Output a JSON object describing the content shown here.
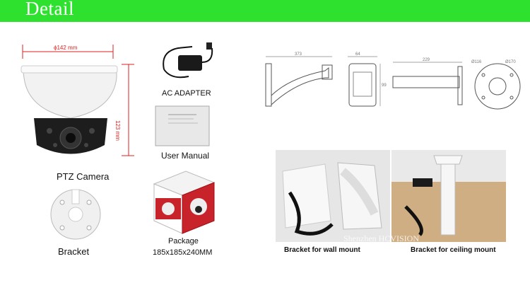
{
  "banner": {
    "title": "Detail",
    "color": "#2ee12e"
  },
  "camera": {
    "caption": "PTZ Camera",
    "width_dim": "ϕ142 mm",
    "height_dim": "123 mm"
  },
  "adapter": {
    "caption": "AC ADAPTER"
  },
  "manual": {
    "caption": "User Manual"
  },
  "bracket": {
    "caption": "Bracket"
  },
  "package": {
    "caption": "Package",
    "size": "185x185x240MM"
  },
  "drawings": {
    "wall_length": "373",
    "wall_width": "64",
    "wall_height": "99",
    "ceiling_length": "229",
    "ceiling_dim_a": "Ø116",
    "ceiling_dim_b": "Ø170"
  },
  "photos": {
    "wall_caption": "Bracket for wall mount",
    "ceiling_caption": "Bracket for ceiling mount",
    "watermark": "Shenzhen HCVISION"
  }
}
